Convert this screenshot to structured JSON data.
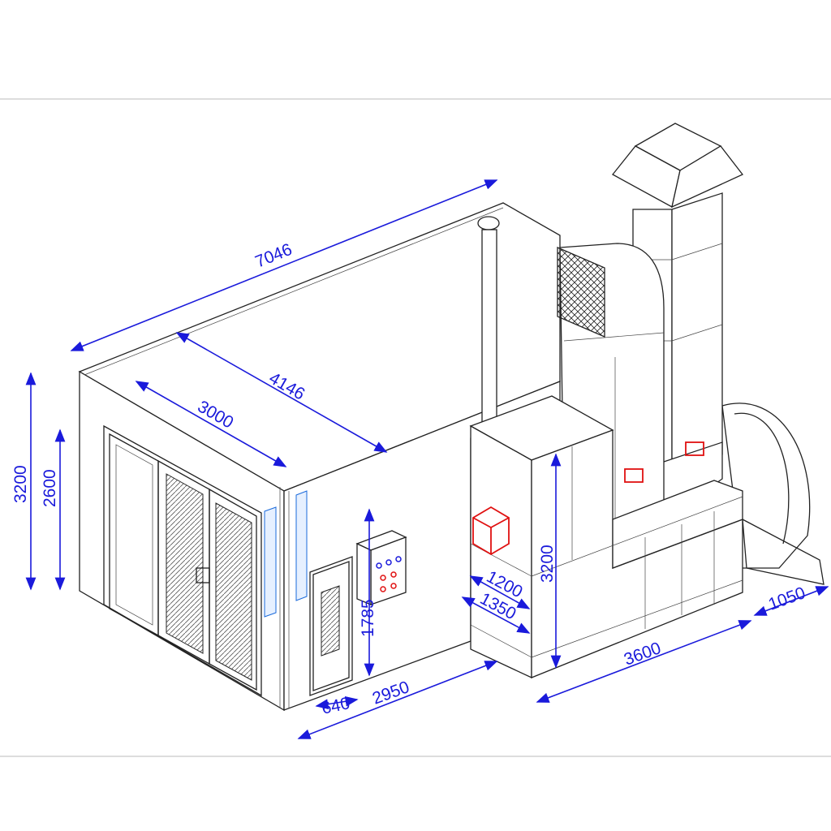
{
  "drawing": {
    "accent_color": "#1a1adb",
    "dimensions": {
      "overall_length": "7046",
      "inner_length": "4146",
      "door_width": "3000",
      "total_height": "3200",
      "door_height": "2600",
      "service_door_height": "1785",
      "service_door_width": "640",
      "side_length": "2950",
      "unit_depth_inner": "1200",
      "unit_depth_outer": "1350",
      "unit_height": "3200",
      "unit_length": "3600",
      "duct_offset": "1050"
    }
  }
}
